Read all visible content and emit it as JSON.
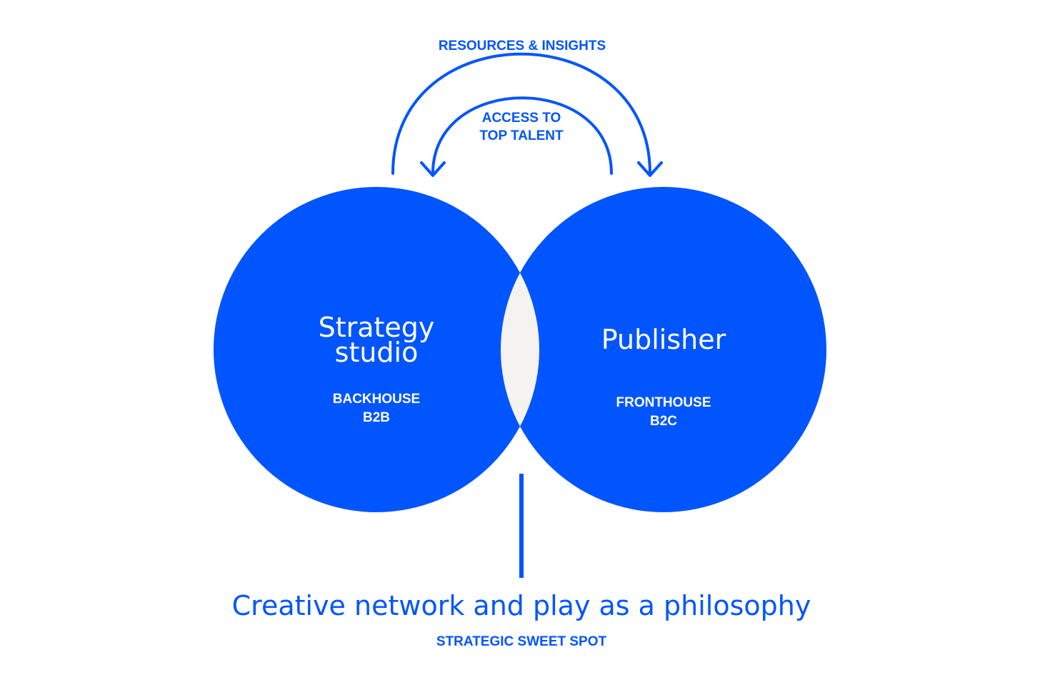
{
  "colors": {
    "brand_blue": "#0055FF",
    "overlap_fill": "#F4F3EF",
    "background": "#FFFFFF",
    "white_text": "#FFFFFF"
  },
  "arrows": {
    "outer_label": "RESOURCES & INSIGHTS",
    "inner_label_line1": "ACCESS TO",
    "inner_label_line2": "TOP TALENT"
  },
  "left_circle": {
    "title_line1": "Strategy",
    "title_line2": "studio",
    "sub_line1": "BACKHOUSE",
    "sub_line2": "B2B"
  },
  "right_circle": {
    "title": "Publisher",
    "sub_line1": "FRONTHOUSE",
    "sub_line2": "B2C"
  },
  "footer": {
    "headline": "Creative network and play as a philosophy",
    "caption": "STRATEGIC SWEET SPOT"
  }
}
